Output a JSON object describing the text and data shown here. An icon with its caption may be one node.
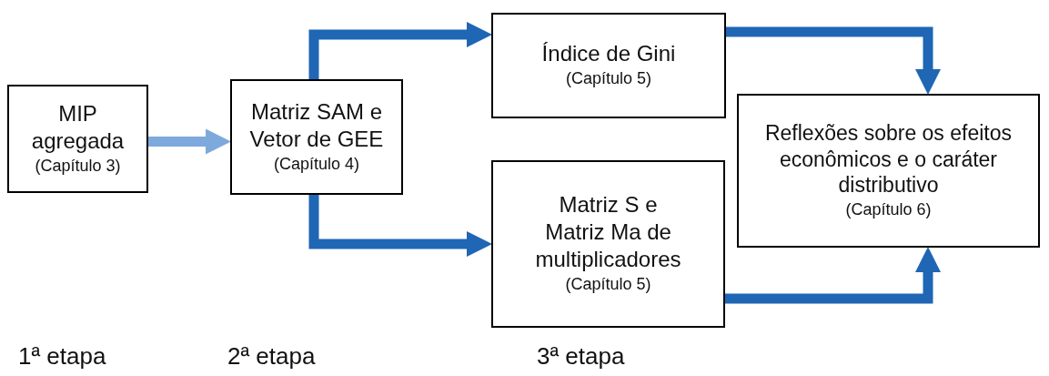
{
  "diagram": {
    "nodes": [
      {
        "text": [
          "MIP agregada",
          "(Capítulo 3)"
        ]
      },
      {
        "text": [
          "Matriz SAM e Vetor de GEE",
          "(Capítulo 4)"
        ]
      },
      {
        "text": [
          "Índice de Gini",
          "(Capítulo 5)"
        ]
      },
      {
        "text": [
          "Matriz S e Matriz Ma de multiplicadores",
          "(Capítulo 5)"
        ]
      },
      {
        "text": [
          "Reflexões sobre os efeitos econômicos e o caráter distributivo",
          "(Capítulo 6)"
        ]
      }
    ],
    "edges": [
      {
        "from": 0,
        "to": 1,
        "arrow": "to",
        "color": "#7ea9dc"
      },
      {
        "from": 1,
        "to": 2,
        "arrow": "to"
      },
      {
        "from": 1,
        "to": 3,
        "arrow": "to"
      },
      {
        "from": 2,
        "to": 4,
        "arrow": "to"
      },
      {
        "from": 3,
        "to": 4,
        "arrow": "to"
      }
    ],
    "labels": [
      "1ª etapa",
      "2ª etapa",
      "3ª etapa"
    ]
  }
}
